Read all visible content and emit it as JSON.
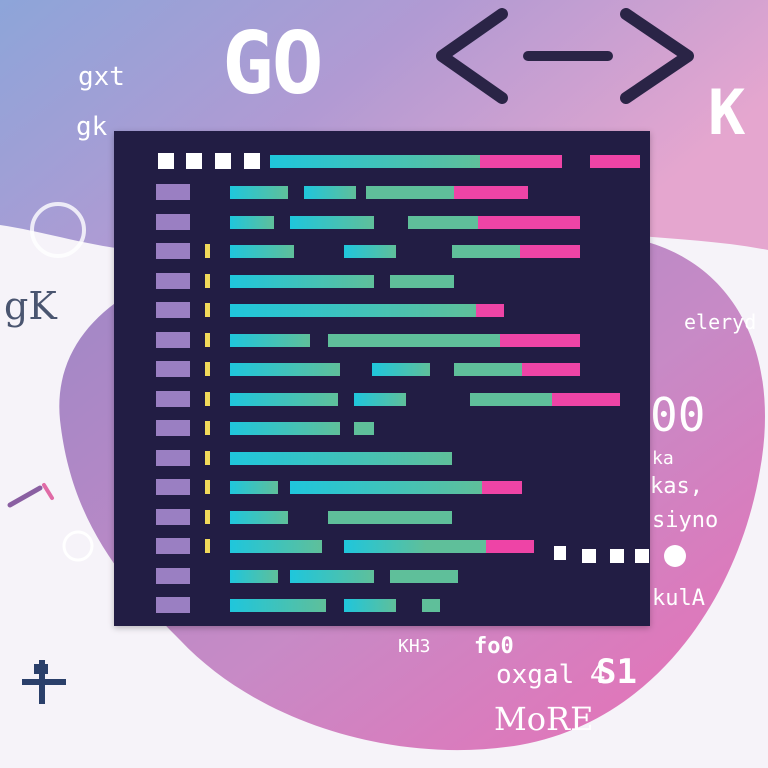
{
  "colors": {
    "editor_bg": "#221d44",
    "gutter": "#9a7fc2",
    "marker": "#f1d95a",
    "cyan": "#1fc6dc",
    "teal": "#5fbf9a",
    "pink": "#ee44a6",
    "dark_text": "#2a2446",
    "blob_pink": "#ea6fb5",
    "blob_purple": "#9c87c6"
  },
  "glyphs": {
    "top_left_1": "gxt",
    "top_left_2": "gk",
    "top_center": "GO",
    "brackets": "<->",
    "top_right": "K",
    "left_mid": "gK",
    "right_1": "eleryd",
    "right_2": "00",
    "right_3": "ka",
    "right_4": "kas,",
    "right_5": "siyno",
    "right_6": "kulA",
    "bottom_1": "KH3",
    "bottom_2": "fo0",
    "bottom_3": "oxgal 4",
    "bottom_4": "S1",
    "bottom_5": "MoRE"
  },
  "editor": {
    "icons": [
      "square",
      "square",
      "square",
      "square"
    ],
    "trailing_dots": [
      "square",
      "square",
      "square",
      "circle"
    ]
  }
}
